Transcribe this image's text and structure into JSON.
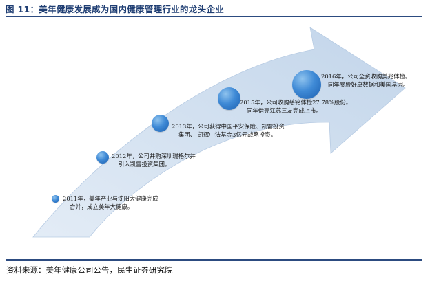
{
  "figure": {
    "title": "图 11：美年健康发展成为国内健康管理行业的龙头企业",
    "source": "资料来源：美年健康公司公告，民生证券研究院"
  },
  "milestones": [
    {
      "line1": "2011年，美年产业与沈阳大健康完成",
      "line2": "合并，成立美年大健康。"
    },
    {
      "line1": "2012年，公司并购深圳瑞格尔并",
      "line2": "引入凯雷投资集团。"
    },
    {
      "line1": "2013年，公司获得中国平安保险、凯雷投资",
      "line2": "集团、 凯辉中法基金3亿元战略投资。"
    },
    {
      "line1": "2015年，公司收购慈铭体检27.78%股份。",
      "line2": "同年借壳江苏三友完成上市。"
    },
    {
      "line1": "2016年，公司全资收购美兆体检。",
      "line2": "同年参股好卓数据和美国基因。"
    }
  ],
  "colors": {
    "title": "#1f3e73",
    "rule": "#2c4b80",
    "arrow": "#c9d9ec",
    "dot": "#3f8ad6"
  }
}
